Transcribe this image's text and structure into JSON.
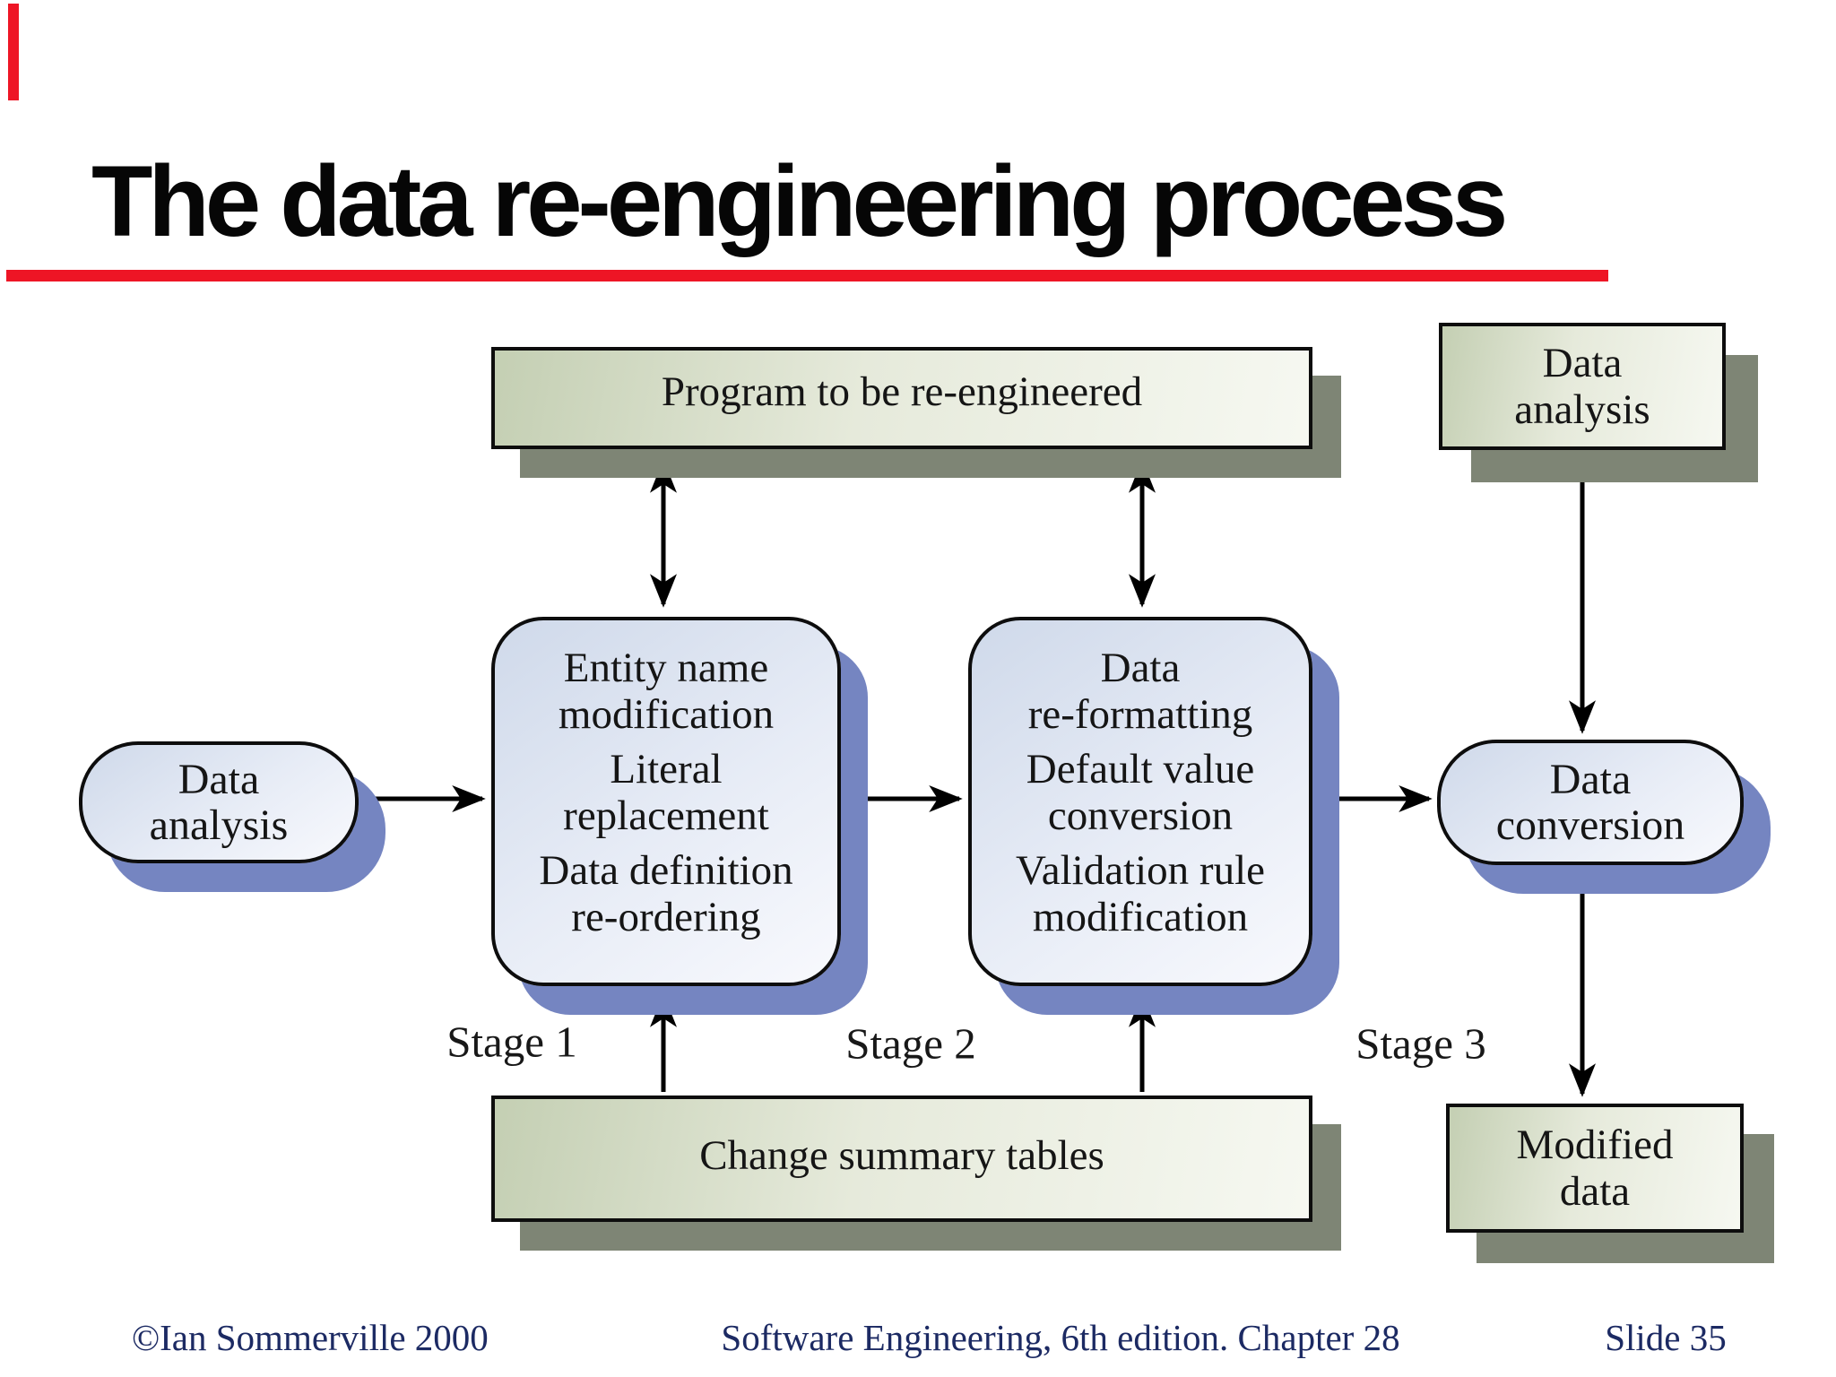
{
  "slide": {
    "title": "The data re-engineering process",
    "footer": {
      "copyright": "©Ian Sommerville 2000",
      "center": "Software Engineering, 6th edition. Chapter 28",
      "slide_number": "Slide 35"
    },
    "colors": {
      "accent_red": "#ee1525",
      "footer_navy": "#1c2a63",
      "green_box_fill_dark": "#c4cfb3",
      "green_box_fill_light": "#f6f8f1",
      "blue_box_fill_dark": "#cfd9ea",
      "blue_box_fill_light": "#f8f9fd",
      "gray_shadow": "#7e8575",
      "blue_shadow": "#7585c1",
      "border_black": "#0d0d0d"
    }
  },
  "diagram": {
    "program_box": {
      "label": "Program to be re-engineered"
    },
    "data_analysis_top": {
      "lines": [
        "Data",
        "analysis"
      ]
    },
    "stage1_box": {
      "items": [
        [
          "Entity name",
          "modification"
        ],
        [
          "Literal",
          "replacement"
        ],
        [
          "Data definition",
          "re-ordering"
        ]
      ]
    },
    "stage2_box": {
      "items": [
        [
          "Data",
          "re-formatting"
        ],
        [
          "Default value",
          "conversion"
        ],
        [
          "Validation rule",
          "modification"
        ]
      ]
    },
    "data_analysis_left": {
      "lines": [
        "Data",
        "analysis"
      ]
    },
    "data_conversion": {
      "lines": [
        "Data",
        "conversion"
      ]
    },
    "change_tables_box": {
      "label": "Change summary tables"
    },
    "modified_data": {
      "lines": [
        "Modified",
        "data"
      ]
    },
    "stage_labels": [
      "Stage 1",
      "Stage 2",
      "Stage 3"
    ]
  }
}
